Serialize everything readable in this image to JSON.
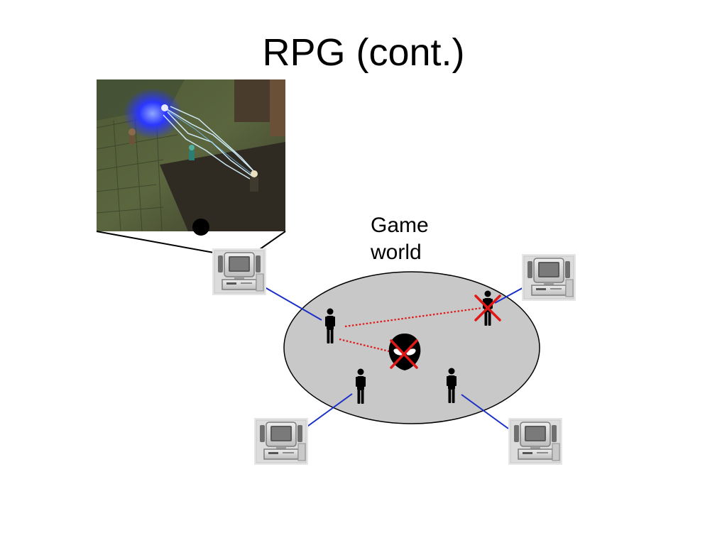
{
  "slide": {
    "title": "RPG (cont.)",
    "world_label_line1": "Game",
    "world_label_line2": "world"
  },
  "colors": {
    "world_fill": "#c8c8c8",
    "client_link": "#1a2fc8",
    "interest_link": "#e01818",
    "cross_mark": "#e01818",
    "avatar": "#000000"
  },
  "icons": {
    "screenshot": "game-screenshot",
    "computer": "desktop-computer-icon",
    "player": "player-avatar-icon",
    "monster": "alien-monster-icon",
    "removed": "red-cross-icon"
  }
}
